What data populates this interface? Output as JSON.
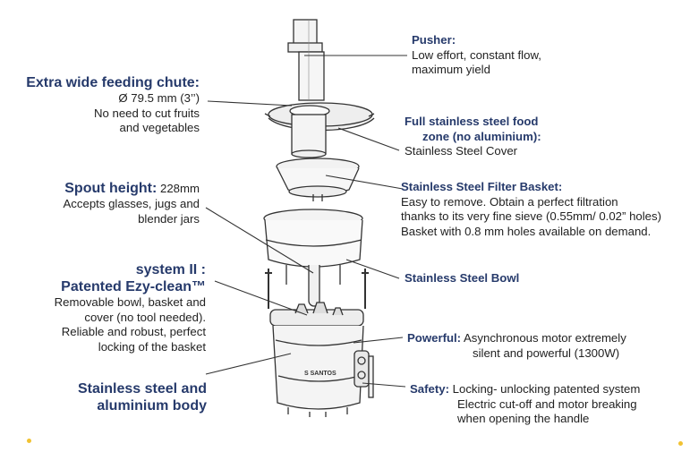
{
  "callouts": {
    "pusher": {
      "title": "Pusher:",
      "lines": [
        "Low effort, constant flow,",
        "maximum yield"
      ]
    },
    "feeding_chute": {
      "title": "Extra wide feeding chute:",
      "lines": [
        "Ø 79.5 mm (3’’)",
        "No need to cut fruits",
        "and vegetables"
      ]
    },
    "food_zone": {
      "title_lines": [
        "Full stainless steel food",
        "zone (no aluminium):"
      ],
      "lines": [
        "Stainless Steel Cover"
      ]
    },
    "spout_height": {
      "title": "Spout height:",
      "value": "228mm",
      "lines": [
        "Accepts glasses, jugs and",
        "blender jars"
      ]
    },
    "filter_basket": {
      "title": "Stainless Steel Filter Basket:",
      "lines": [
        "Easy to remove. Obtain a perfect filtration",
        "thanks to its very fine sieve (0.55mm/ 0.02” holes)",
        "Basket with 0.8 mm holes available on demand."
      ]
    },
    "ezy_clean": {
      "title_lines": [
        "system II :",
        "Patented Ezy-clean™"
      ],
      "lines": [
        "Removable bowl, basket and",
        "cover (no tool needed).",
        "Reliable and robust, perfect",
        "locking of the basket"
      ]
    },
    "bowl": {
      "title": "Stainless Steel Bowl"
    },
    "powerful": {
      "title": "Powerful:",
      "lines": [
        "Asynchronous motor extremely",
        "silent and powerful (1300W)"
      ]
    },
    "body": {
      "title_lines": [
        "Stainless steel and",
        "aluminium body"
      ]
    },
    "safety": {
      "title": "Safety:",
      "lines": [
        "Locking- unlocking patented system",
        "Electric cut-off and motor breaking",
        "when opening the handle"
      ]
    }
  },
  "brand_logo_text": "SANTOS",
  "colors": {
    "title": "#263a6b",
    "text": "#222222",
    "stroke": "#333333",
    "accent_dot": "#f1c232"
  }
}
